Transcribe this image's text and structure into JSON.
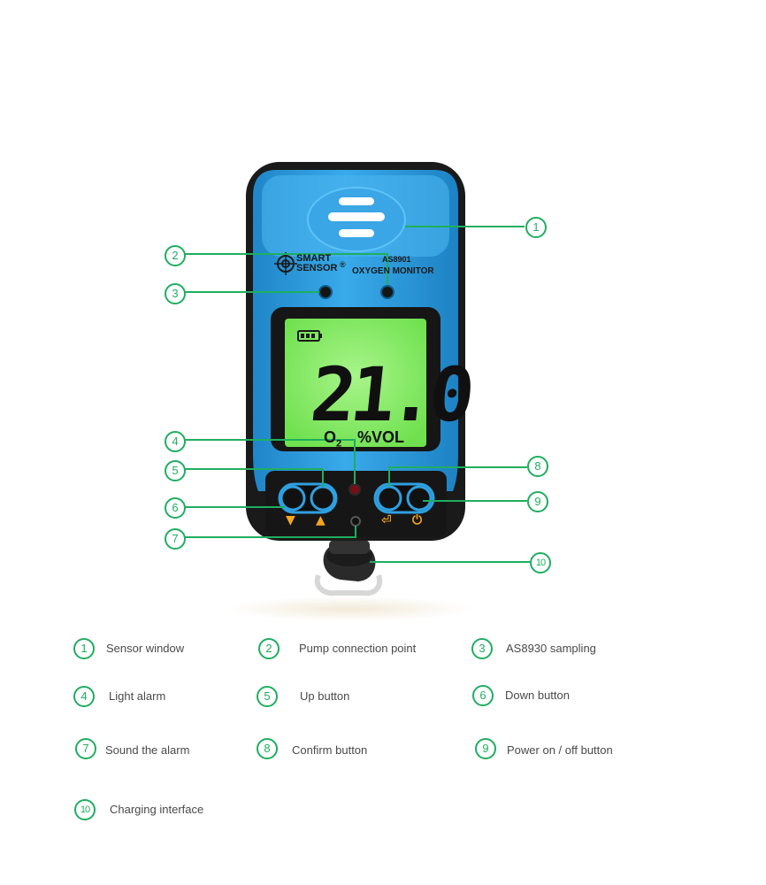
{
  "device": {
    "brand_line1": "SMART",
    "brand_line2": "SENSOR",
    "brand_mark": "®",
    "model": "AS8901",
    "product_name": "OXYGEN MONITOR",
    "reading": "21.0",
    "gas_label": "O",
    "gas_subscript": "2",
    "unit": "%VOL",
    "glyph_down": "▼",
    "glyph_up": "▲",
    "glyph_enter": "⏎",
    "glyph_power": "⏻",
    "body_color": "#2f9fe0",
    "screen_color": "#8ef06a",
    "callout_color": "#1fae5f"
  },
  "callouts": [
    "1",
    "2",
    "3",
    "4",
    "5",
    "6",
    "7",
    "8",
    "9",
    "10"
  ],
  "legend": [
    {
      "number": "1",
      "text": "Sensor window"
    },
    {
      "number": "2",
      "text": "Pump connection point"
    },
    {
      "number": "3",
      "text": "AS8930 sampling"
    },
    {
      "number": "4",
      "text": "Light alarm"
    },
    {
      "number": "5",
      "text": "Up button"
    },
    {
      "number": "6",
      "text": "Down button"
    },
    {
      "number": "7",
      "text": "Sound the alarm"
    },
    {
      "number": "8",
      "text": "Confirm button"
    },
    {
      "number": "9",
      "text": "Power on / off button"
    },
    {
      "number": "10",
      "text": "Charging interface"
    }
  ]
}
